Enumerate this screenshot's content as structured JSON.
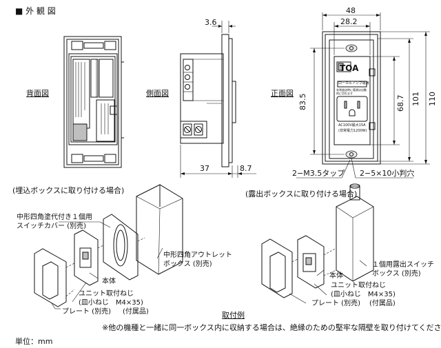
{
  "section_title": "■ 外 観 図",
  "view_labels": {
    "back": "背面図",
    "side": "側面図",
    "front": "正面図"
  },
  "dimensions": {
    "d_3_6": "3.6",
    "d_37": "37",
    "d_8_7": "8.7",
    "d_48": "48",
    "d_28_2": "28.2",
    "d_83_5": "83.5",
    "d_68_7": "68.7",
    "d_101": "101",
    "d_110": "110",
    "tap": "2−M3.5タップ",
    "hole": "2−5×10小判穴"
  },
  "device": {
    "brand": "TOA",
    "local_amp": "ローカルアンプ専用",
    "note": "非常放送時に電源は自動的に切れます",
    "rating": "AC100V最大15A",
    "rating_sub": "(非常電力1200W)"
  },
  "installation": {
    "embedded_title": "(埋込ボックスに取り付ける場合)",
    "exposed_title": "(露出ボックスに取り付ける場合)",
    "switch_cover": [
      "中形四角塗代付き１個用",
      "スイッチカバー (別売)"
    ],
    "outlet_box": [
      "中形四角アウトレット",
      "ボックス (別売)"
    ],
    "exposed_box": [
      "１個用露出スイッチ",
      "ボックス (別売)"
    ],
    "body": "本体",
    "screw": [
      "ユニット取付ねじ",
      "(皿小ねじ　M4×35)",
      "(付属品)"
    ],
    "plate": "プレート (別売)",
    "example_caption": "取付例"
  },
  "footnote": "※他の機種と一緒に同一ボックス内に収納する場合は、絶縁のための堅牢な隔壁を取り付けてください。",
  "unit": "単位：mm"
}
